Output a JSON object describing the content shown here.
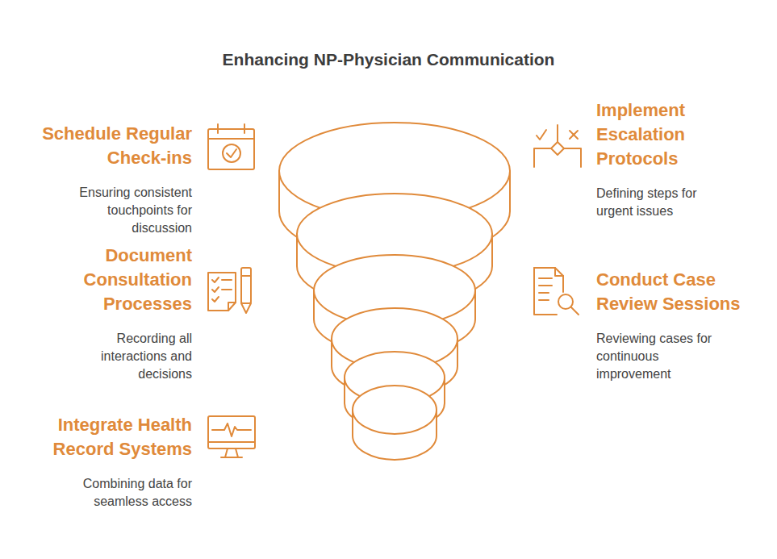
{
  "diagram": {
    "title": "Enhancing NP-Physician Communication",
    "nodes": [
      {
        "text": [
          "Schedule Regular Check-ins",
          "Ensuring consistent touchpoints for discussion"
        ]
      },
      {
        "text": [
          "Document Consultation Processes",
          "Recording all interactions and decisions"
        ]
      },
      {
        "text": [
          "Integrate Health Record Systems",
          "Combining data for seamless access"
        ]
      },
      {
        "text": [
          "Implement Escalation Protocols",
          "Defining steps for urgent issues"
        ]
      },
      {
        "text": [
          "Conduct Case Review Sessions",
          "Reviewing cases for continuous improvement"
        ]
      }
    ]
  }
}
